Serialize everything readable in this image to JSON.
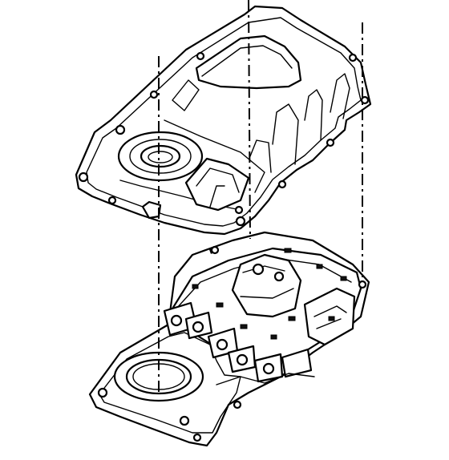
{
  "figure": {
    "type": "exploded-assembly-line-drawing",
    "parts": [
      "upper-cover-housing",
      "lower-valve-body-plate"
    ],
    "alignment_lines": 3,
    "colors": {
      "ink": "#000000",
      "paper": "#ffffff"
    }
  }
}
